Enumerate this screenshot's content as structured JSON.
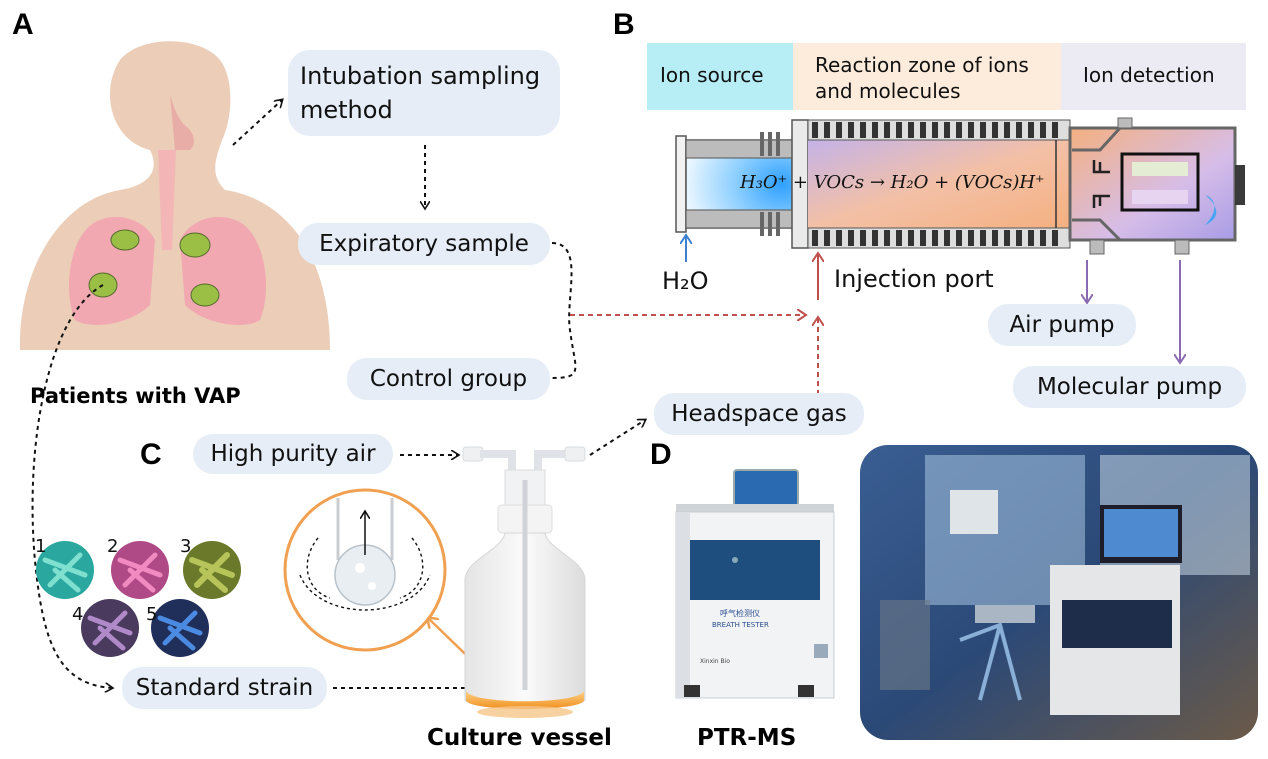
{
  "panels": {
    "a": "A",
    "b": "B",
    "c": "C",
    "d": "D"
  },
  "panel_a": {
    "patient_label": "Patients with VAP",
    "intubation_line1": "Intubation sampling",
    "intubation_line2": "method",
    "expiratory": "Expiratory sample",
    "control": "Control group"
  },
  "panel_b": {
    "ion_source": "Ion source",
    "reaction_line1": "Reaction zone of ions",
    "reaction_line2": "and molecules",
    "ion_detection": "Ion detection",
    "equation": "H₃O⁺ + VOCs → H₂O + (VOCs)H⁺",
    "water": "H₂O",
    "injection_port": "Injection port",
    "air_pump": "Air pump",
    "molecular_pump": "Molecular pump"
  },
  "panel_c": {
    "high_purity_air": "High purity air",
    "headspace_gas": "Headspace gas",
    "standard_strain": "Standard strain",
    "culture_vessel": "Culture vessel",
    "strain_numbers": [
      "1",
      "2",
      "3",
      "4",
      "5"
    ]
  },
  "panel_d": {
    "device_label": "PTR-MS",
    "device_text_cn": "呼气检测仪",
    "device_text_en": "BREATH TESTER"
  },
  "colors": {
    "pill_bg": "#e6edf7",
    "ion_source_bg": "#b7eef5",
    "reaction_bg": "#fdebdc",
    "detection_bg": "#ecebf3",
    "red_arrow": "#c0504d",
    "blue_arrow": "#3f7fd0",
    "purple_arrow": "#8a6ab0",
    "orange": "#f0a050"
  }
}
